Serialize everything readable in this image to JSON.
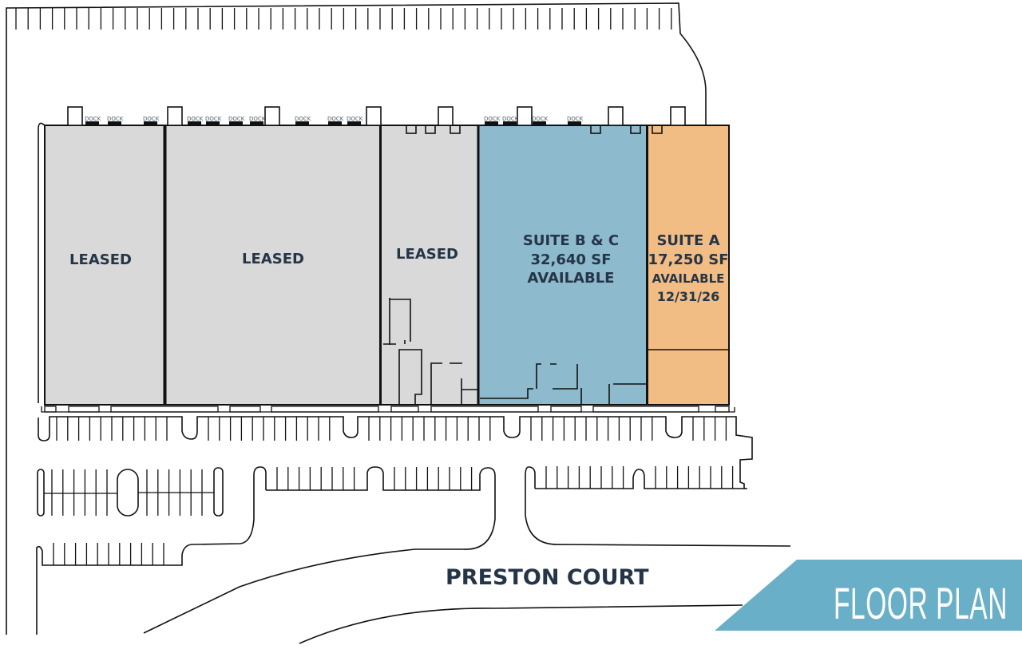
{
  "title": "FLOOR PLAN",
  "road_name": "PRESTON COURT",
  "dock_label": "DOCK",
  "colors": {
    "leased": "#d9d9d9",
    "suite_bc": "#8dbacd",
    "suite_a": "#f2bd84",
    "banner": "#6aafc8",
    "label_text": "#253547",
    "outline": "#111111"
  },
  "units": [
    {
      "id": "leased-1",
      "lines": [
        "LEASED"
      ],
      "status": "leased"
    },
    {
      "id": "leased-2",
      "lines": [
        "LEASED"
      ],
      "status": "leased"
    },
    {
      "id": "leased-3",
      "lines": [
        "LEASED"
      ],
      "status": "leased"
    },
    {
      "id": "suite-bc",
      "lines": [
        "SUITE B & C",
        "32,640 SF",
        "AVAILABLE"
      ],
      "status": "available",
      "name": "SUITE B & C",
      "area": "32,640 SF",
      "availability": "AVAILABLE"
    },
    {
      "id": "suite-a",
      "lines": [
        "SUITE A",
        "17,250 SF",
        "AVAILABLE",
        "12/31/26"
      ],
      "status": "available",
      "name": "SUITE A",
      "area": "17,250 SF",
      "availability": "AVAILABLE",
      "date": "12/31/26"
    }
  ]
}
